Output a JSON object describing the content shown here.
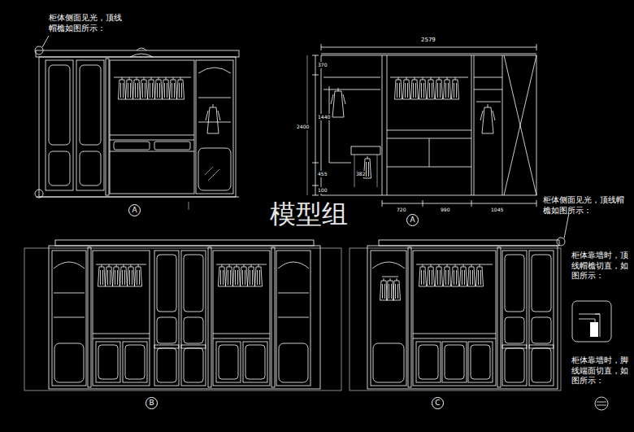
{
  "diagram": {
    "nodes": [
      {
        "text": [
          "A"
        ]
      },
      {
        "text": [
          "A"
        ]
      },
      {
        "text": [
          "B"
        ]
      },
      {
        "text": [
          "C"
        ]
      }
    ],
    "labels": [
      "柜体侧面见光，顶线帽檐如图所示：",
      "2579",
      "370",
      "1440",
      "2400",
      "455",
      "100",
      "382",
      "720",
      "990",
      "1045",
      "模型组",
      "柜体侧面见光，顶线帽檐如图所示：",
      "柜体靠墙时，顶线帽檐切直，如图所示：",
      "柜体靠墙时，脚线端面切直，如图所示："
    ]
  }
}
